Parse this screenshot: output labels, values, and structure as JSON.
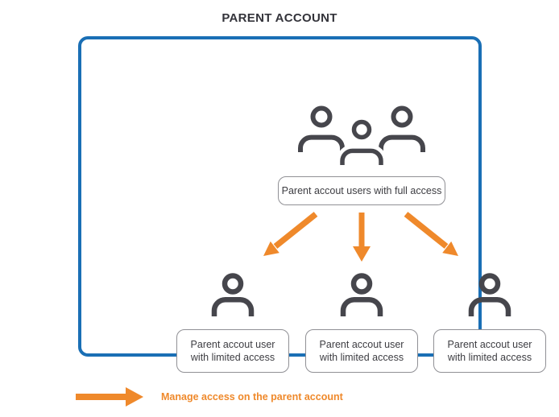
{
  "title": "PARENT ACCOUNT",
  "colors": {
    "frame_blue": "#1a6fb5",
    "arrow_orange": "#ef892b",
    "icon_gray": "#46464c",
    "pill_border_gray": "#909095",
    "label_text": "#3d3d42",
    "title_text": "#33333a"
  },
  "diagram": {
    "full_access_pill": "Parent accout users with full access",
    "limited_pills": [
      "Parent accout user\nwith limited access",
      "Parent accout user\nwith limited access",
      "Parent accout user\nwith limited access"
    ],
    "icons": {
      "top": "group-users-icon",
      "children": [
        "user-icon",
        "user-icon",
        "user-icon"
      ],
      "arrows": [
        "arrow-down-left-icon",
        "arrow-down-icon",
        "arrow-down-right-icon"
      ]
    }
  },
  "legend": {
    "arrow_icon": "arrow-right-icon",
    "label": "Manage access on the parent account"
  }
}
